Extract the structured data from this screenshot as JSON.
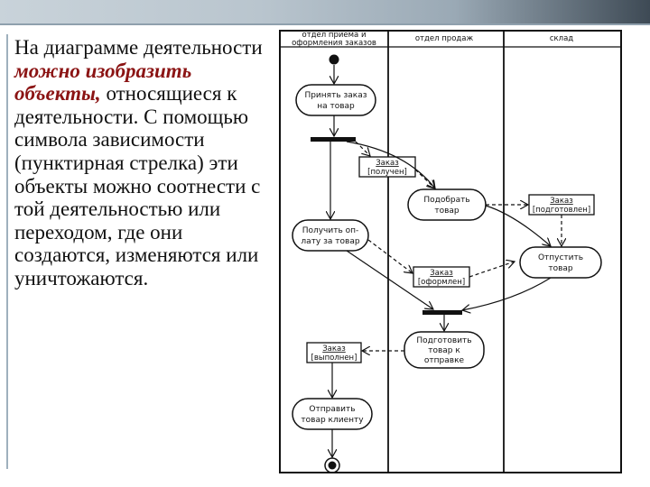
{
  "text": {
    "part1": "На диаграмме деятельности ",
    "emphasis": "можно изобразить объекты,",
    "part2": " относящиеся к деятельности. С помощью символа зависимости (пунктирная стрелка) эти объекты можно соотнести с той деятельностью или переходом, где они создаются, изменяются или уничтожаются."
  },
  "diagram": {
    "swimlanes": {
      "lane1": [
        "отдел приема и",
        "оформления заказов"
      ],
      "lane2": "отдел продаж",
      "lane3": "склад"
    },
    "activities": {
      "accept_order": [
        "Принять заказ",
        "на товар"
      ],
      "pick_goods": [
        "Подобрать",
        "товар"
      ],
      "receive_payment": [
        "Получить оп-",
        "лату за товар"
      ],
      "ship_goods": [
        "Отпустить",
        "товар"
      ],
      "prepare_goods": [
        "Подготовить",
        "товар к",
        "отправке"
      ],
      "send_goods": [
        "Отправить",
        "товар клиенту"
      ]
    },
    "objects": {
      "order_received": [
        "Заказ",
        "[получен]"
      ],
      "order_prepared": [
        "Заказ",
        "[подготовлен]"
      ],
      "order_processed": [
        "Заказ",
        "[оформлен]"
      ],
      "order_completed": [
        "Заказ",
        "[выполнен]"
      ]
    }
  }
}
